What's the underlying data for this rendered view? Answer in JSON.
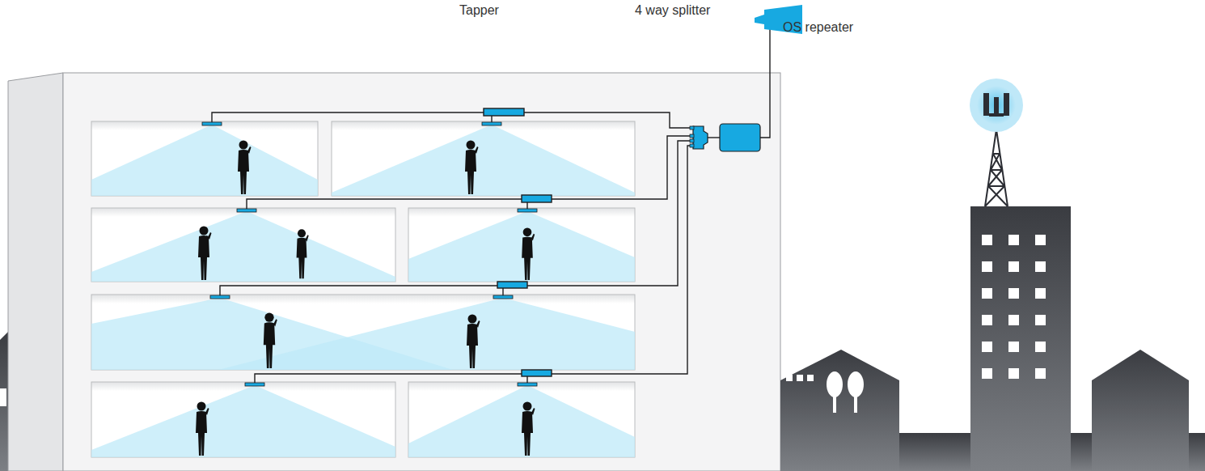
{
  "diagram": {
    "labels": [
      "Tapper",
      "4 way splitter",
      "OS repeater"
    ]
  }
}
